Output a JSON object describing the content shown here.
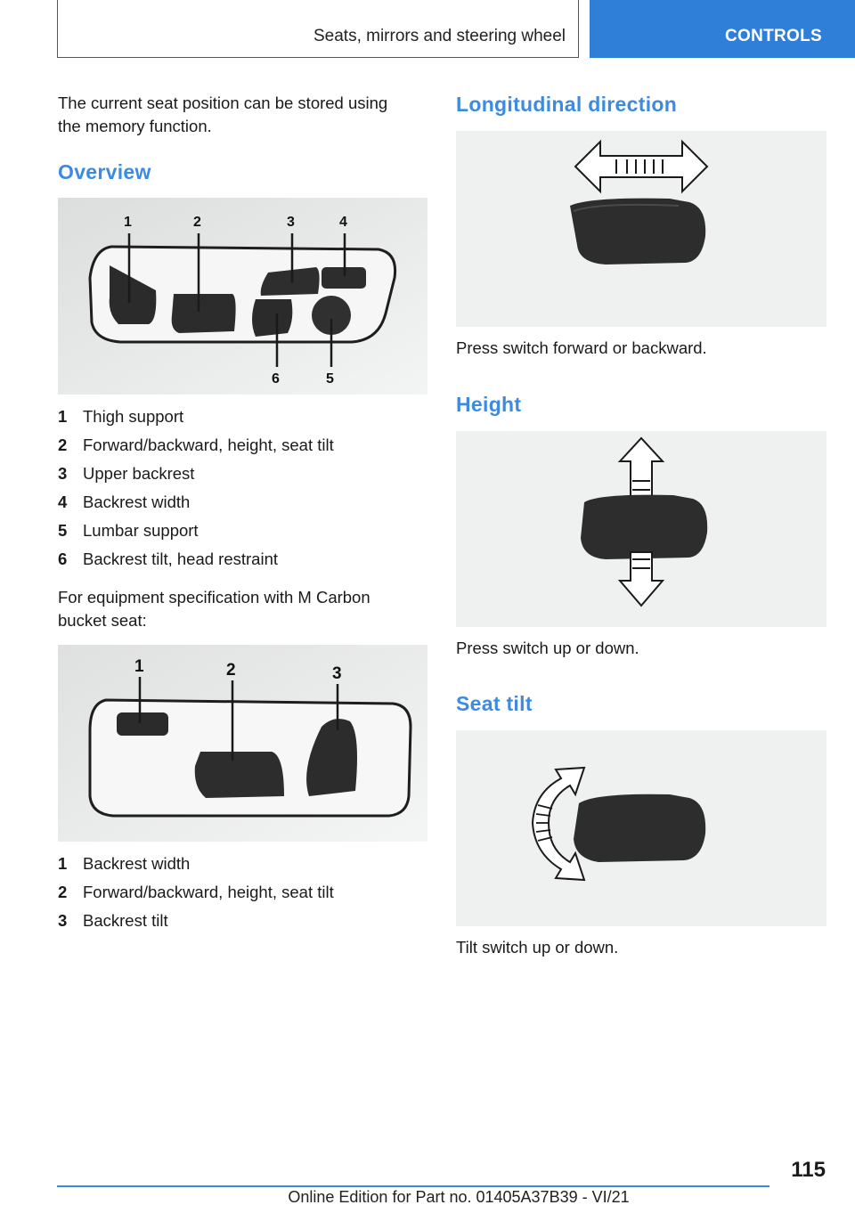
{
  "header": {
    "section_title": "Seats, mirrors and steering wheel",
    "tab_label": "CONTROLS"
  },
  "left": {
    "intro": "The current seat position can be stored using the memory function.",
    "overview_heading": "Overview",
    "figure1_labels": [
      "1",
      "2",
      "3",
      "4",
      "5",
      "6"
    ],
    "list1": [
      {
        "num": "1",
        "text": "Thigh support"
      },
      {
        "num": "2",
        "text": "Forward/backward, height, seat tilt"
      },
      {
        "num": "3",
        "text": "Upper backrest"
      },
      {
        "num": "4",
        "text": "Backrest width"
      },
      {
        "num": "5",
        "text": "Lumbar support"
      },
      {
        "num": "6",
        "text": "Backrest tilt, head restraint"
      }
    ],
    "carbon_note": "For equipment specification with M Carbon bucket seat:",
    "figure2_labels": [
      "1",
      "2",
      "3"
    ],
    "list2": [
      {
        "num": "1",
        "text": "Backrest width"
      },
      {
        "num": "2",
        "text": "Forward/backward, height, seat tilt"
      },
      {
        "num": "3",
        "text": "Backrest tilt"
      }
    ]
  },
  "right": {
    "longitudinal_heading": "Longitudinal direction",
    "longitudinal_caption": "Press switch forward or backward.",
    "height_heading": "Height",
    "height_caption": "Press switch up or down.",
    "tilt_heading": "Seat tilt",
    "tilt_caption": "Tilt switch up or down."
  },
  "footer": {
    "page_number": "115",
    "edition": "Online Edition for Part no. 01405A37B39 - VI/21"
  }
}
